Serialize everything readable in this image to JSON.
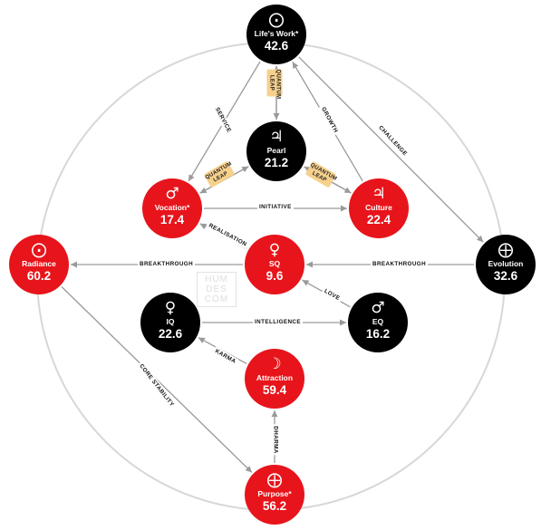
{
  "nodes": {
    "lifes_work": {
      "name": "Life's Work*",
      "value": "42.6",
      "symbol": "⨀",
      "icon": "sun-icon",
      "color": "black"
    },
    "pearl": {
      "name": "Pearl",
      "value": "21.2",
      "symbol": "♃",
      "icon": "jupiter-icon",
      "color": "black"
    },
    "vocation": {
      "name": "Vocation*",
      "value": "17.4",
      "symbol": "♂",
      "icon": "mars-icon",
      "color": "red"
    },
    "culture": {
      "name": "Culture",
      "value": "22.4",
      "symbol": "♃",
      "icon": "jupiter-icon",
      "color": "red"
    },
    "radiance": {
      "name": "Radiance",
      "value": "60.2",
      "symbol": "⨀",
      "icon": "sun-icon",
      "color": "red"
    },
    "sq": {
      "name": "SQ",
      "value": "9.6",
      "symbol": "♀",
      "icon": "venus-icon",
      "color": "red"
    },
    "evolution": {
      "name": "Evolution",
      "value": "32.6",
      "symbol": "⨁",
      "icon": "earth-icon",
      "color": "black"
    },
    "iq": {
      "name": "IQ",
      "value": "22.6",
      "symbol": "♀",
      "icon": "venus-icon",
      "color": "black"
    },
    "eq": {
      "name": "EQ",
      "value": "16.2",
      "symbol": "♂",
      "icon": "mars-icon",
      "color": "black"
    },
    "attraction": {
      "name": "Attraction",
      "value": "59.4",
      "symbol": "☽",
      "icon": "moon-icon",
      "color": "red"
    },
    "purpose": {
      "name": "Purpose*",
      "value": "56.2",
      "symbol": "⨁",
      "icon": "earth-icon",
      "color": "red"
    }
  },
  "edges": {
    "service": "SERVICE",
    "growth": "GROWTH",
    "challenge": "CHALLENGE",
    "initiative": "INITIATIVE",
    "realisation": "REALISATION",
    "breakthrough_left": "BREAKTHROUGH",
    "breakthrough_right": "BREAKTHROUGH",
    "love": "LOVE",
    "intelligence": "INTELLIGENCE",
    "karma": "KARMA",
    "core_stability": "CORE STABILITY",
    "dharma": "DHARMA"
  },
  "quantum_leap": {
    "line1": "QUANTUM",
    "line2": "LEAP"
  },
  "watermark": {
    "line1": "HUM",
    "line2": "DES",
    "line3": "COM"
  },
  "colors": {
    "red": "#e8141b",
    "black": "#000000",
    "edge": "#9a9a9a",
    "ring": "#d7d7d7",
    "quantum_leap": "#f6d08c"
  }
}
